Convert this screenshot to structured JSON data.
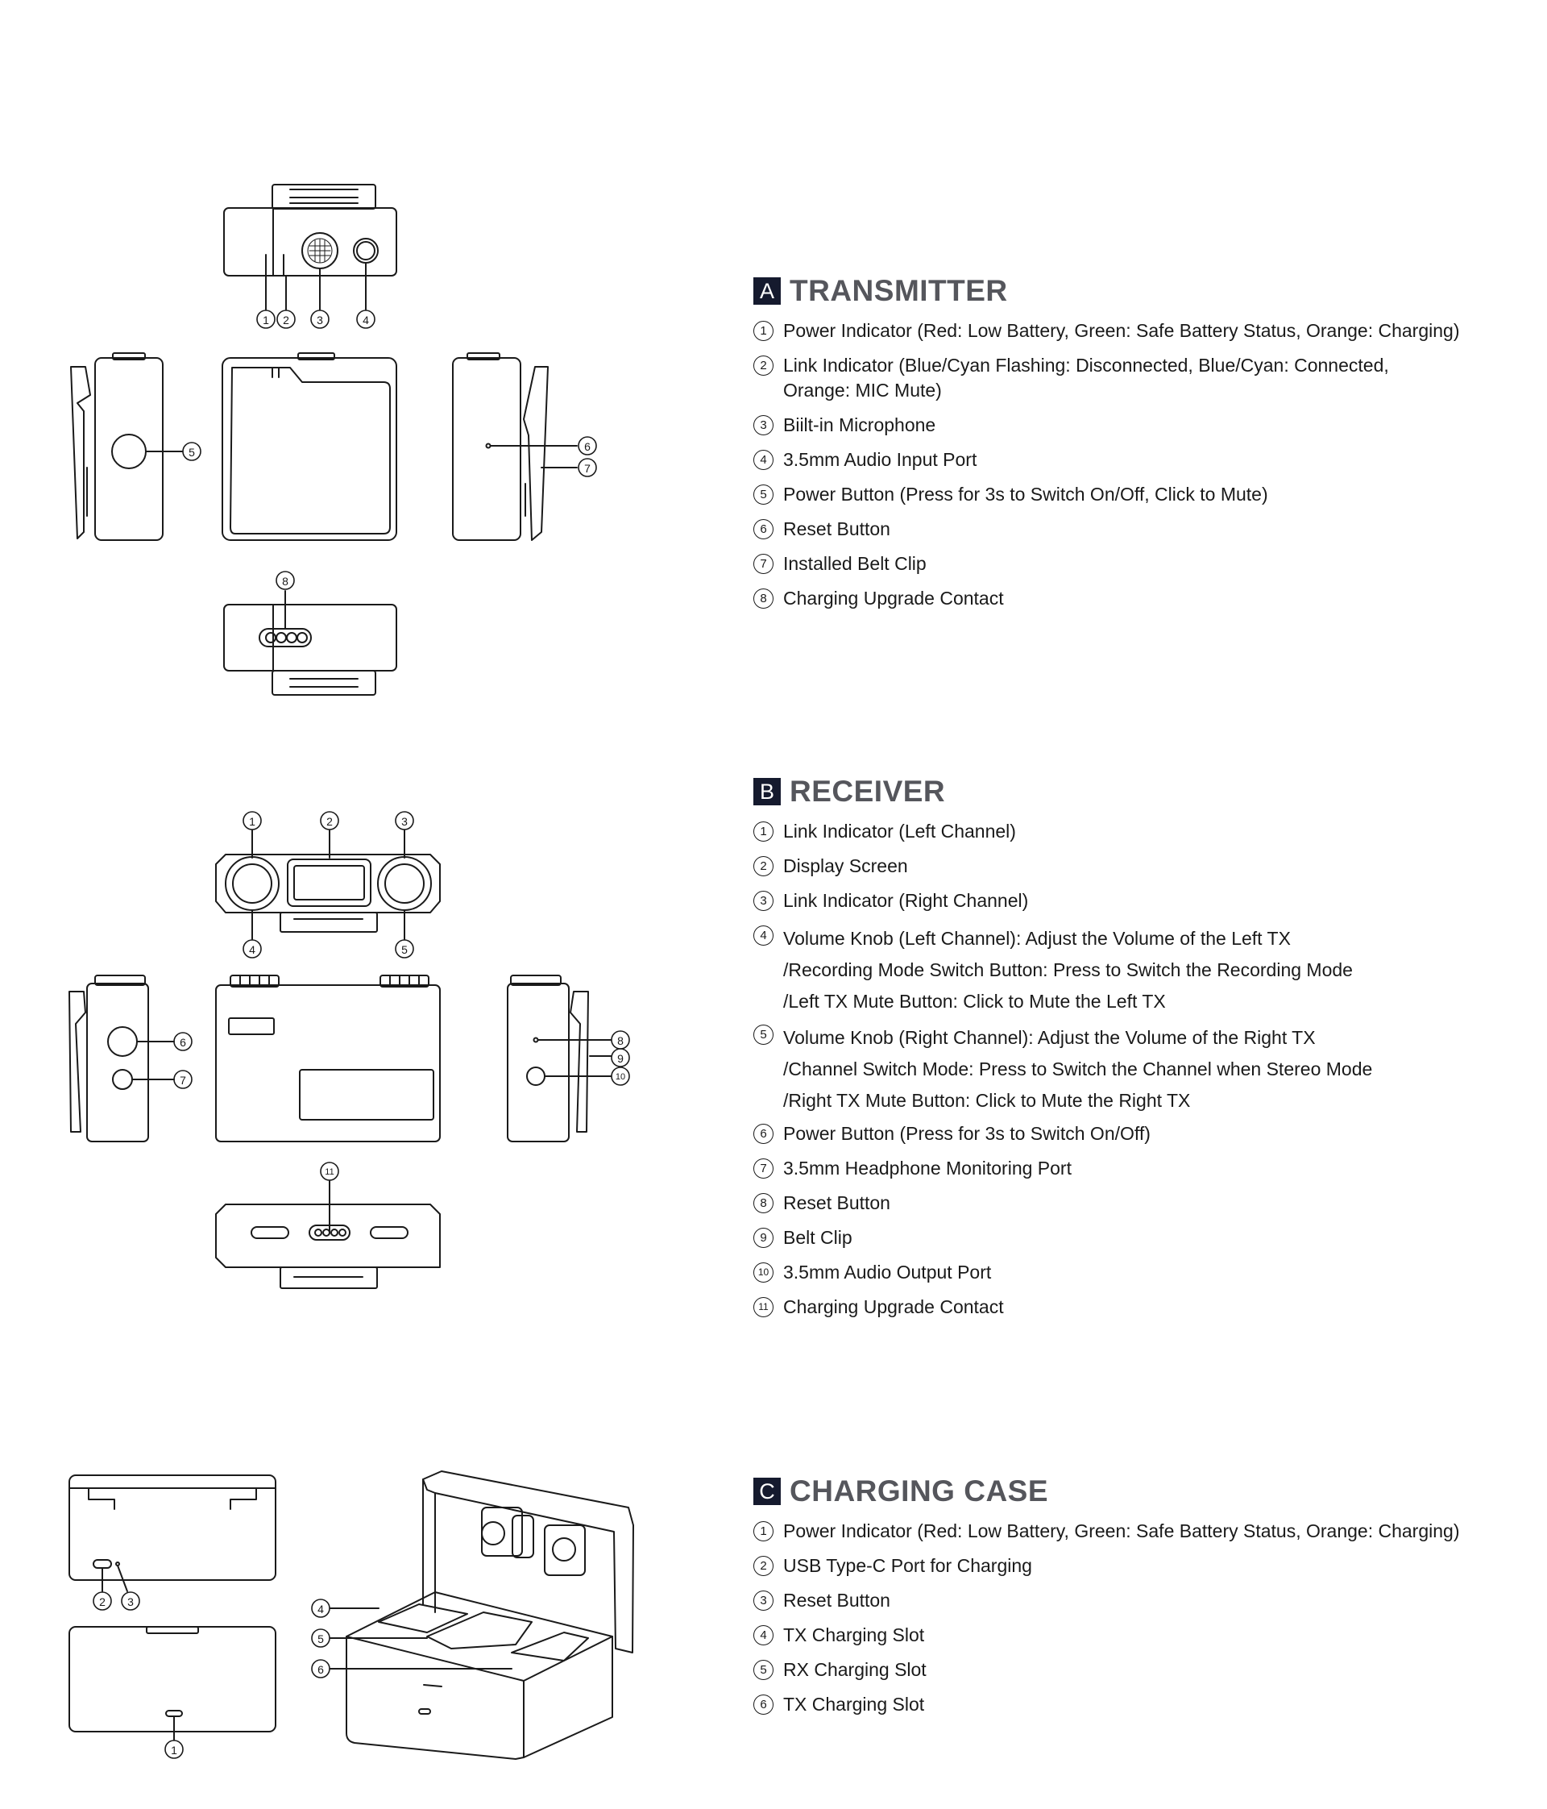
{
  "sections": [
    {
      "letter": "A",
      "title": "TRANSMITTER",
      "items": [
        {
          "num": "1",
          "lines": [
            "Power Indicator (Red: Low Battery, Green: Safe Battery Status, Orange: Charging)"
          ]
        },
        {
          "num": "2",
          "lines": [
            "Link Indicator (Blue/Cyan Flashing: Disconnected, Blue/Cyan: Connected,",
            "Orange: MIC Mute)"
          ]
        },
        {
          "num": "3",
          "lines": [
            "Biilt-in Microphone"
          ]
        },
        {
          "num": "4",
          "lines": [
            "3.5mm Audio Input Port"
          ]
        },
        {
          "num": "5",
          "lines": [
            "Power Button (Press for 3s to Switch On/Off, Click to Mute)"
          ]
        },
        {
          "num": "6",
          "lines": [
            "Reset Button"
          ]
        },
        {
          "num": "7",
          "lines": [
            "Installed Belt Clip"
          ]
        },
        {
          "num": "8",
          "lines": [
            "Charging Upgrade Contact"
          ]
        }
      ]
    },
    {
      "letter": "B",
      "title": "RECEIVER",
      "items": [
        {
          "num": "1",
          "lines": [
            "Link Indicator (Left Channel)"
          ]
        },
        {
          "num": "2",
          "lines": [
            "Display Screen"
          ]
        },
        {
          "num": "3",
          "lines": [
            "Link Indicator (Right Channel)"
          ]
        },
        {
          "num": "4",
          "lines": [
            "Volume Knob (Left Channel): Adjust the Volume of the Left TX",
            "/Recording Mode Switch Button: Press to Switch the Recording Mode",
            "/Left TX Mute Button: Click to Mute the Left TX"
          ]
        },
        {
          "num": "5",
          "lines": [
            "Volume Knob (Right Channel): Adjust the Volume of the Right TX",
            "/Channel Switch Mode: Press to Switch the Channel when Stereo Mode",
            "/Right TX Mute Button: Click to Mute the Right TX"
          ]
        },
        {
          "num": "6",
          "lines": [
            "Power Button (Press for 3s to Switch On/Off)"
          ]
        },
        {
          "num": "7",
          "lines": [
            "3.5mm Headphone Monitoring Port"
          ]
        },
        {
          "num": "8",
          "lines": [
            "Reset Button"
          ]
        },
        {
          "num": "9",
          "lines": [
            "Belt Clip"
          ]
        },
        {
          "num": "10",
          "lines": [
            "3.5mm Audio Output Port"
          ]
        },
        {
          "num": "11",
          "lines": [
            "Charging Upgrade Contact"
          ]
        }
      ]
    },
    {
      "letter": "C",
      "title": "CHARGING CASE",
      "items": [
        {
          "num": "1",
          "lines": [
            "Power Indicator (Red: Low Battery, Green: Safe Battery Status, Orange: Charging)"
          ]
        },
        {
          "num": "2",
          "lines": [
            "USB Type-C Port for Charging"
          ]
        },
        {
          "num": "3",
          "lines": [
            "Reset Button"
          ]
        },
        {
          "num": "4",
          "lines": [
            "TX Charging Slot"
          ]
        },
        {
          "num": "5",
          "lines": [
            "RX Charging Slot"
          ]
        },
        {
          "num": "6",
          "lines": [
            "TX Charging Slot"
          ]
        }
      ]
    }
  ],
  "callouts": {
    "c1": "1",
    "c2": "2",
    "c3": "3",
    "c4": "4",
    "c5": "5",
    "c6": "6",
    "c7": "7",
    "c8": "8",
    "c9": "9",
    "c10": "10",
    "c11": "11"
  }
}
